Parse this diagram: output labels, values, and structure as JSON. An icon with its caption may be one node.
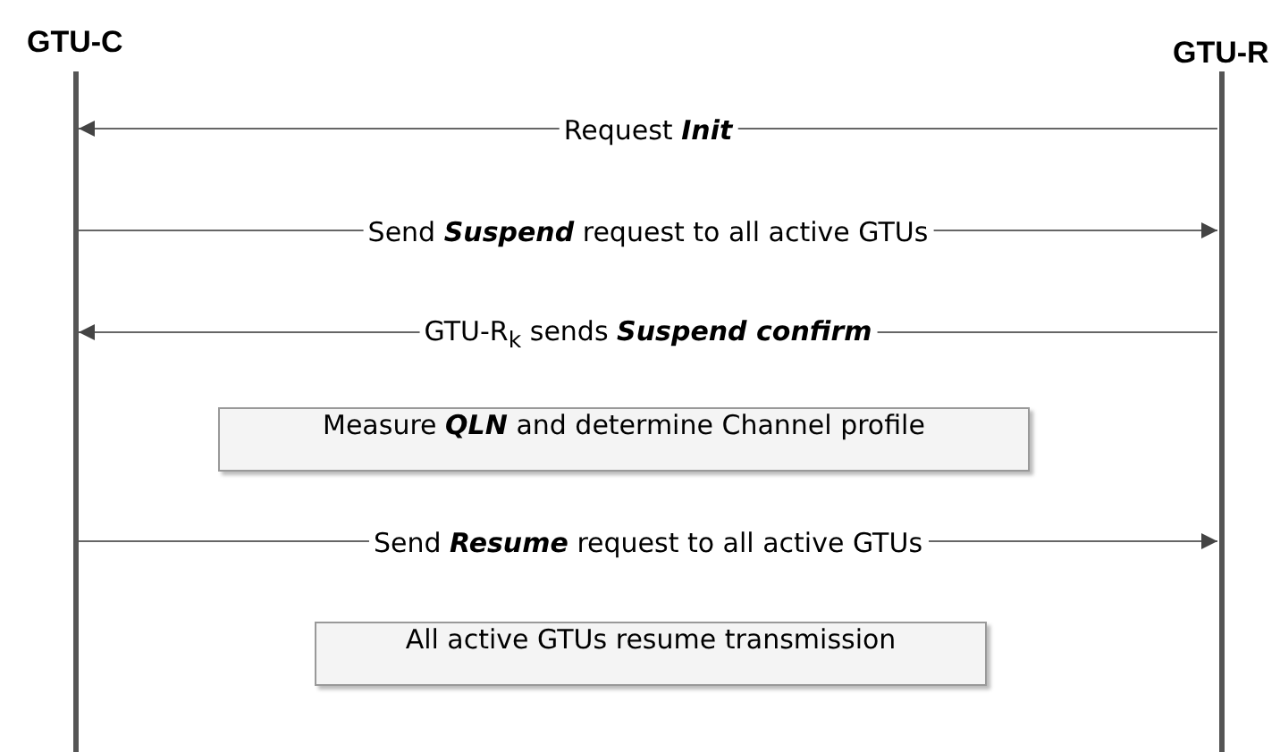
{
  "diagram": {
    "nodes": [
      {
        "text": [
          "GTU-C"
        ]
      },
      {
        "text": [
          "GTU-R"
        ]
      },
      {
        "text": [
          "Measure **QLN** and determine Channel profile"
        ]
      },
      {
        "text": [
          "All active GTUs resume transmission"
        ]
      }
    ],
    "edges": [
      {
        "from": 1,
        "to": 0,
        "arrow": "to",
        "label": "Request **Init**"
      },
      {
        "from": 0,
        "to": 1,
        "arrow": "to",
        "label": "Send **Suspend** request to all active GTUs"
      },
      {
        "from": 1,
        "to": 0,
        "arrow": "to",
        "label": "GTU-R$_{k}$ sends **Suspend confirm**"
      },
      {
        "from": 0,
        "to": 1,
        "arrow": "to",
        "label": "Send **Resume** request to all active GTUs"
      }
    ]
  }
}
